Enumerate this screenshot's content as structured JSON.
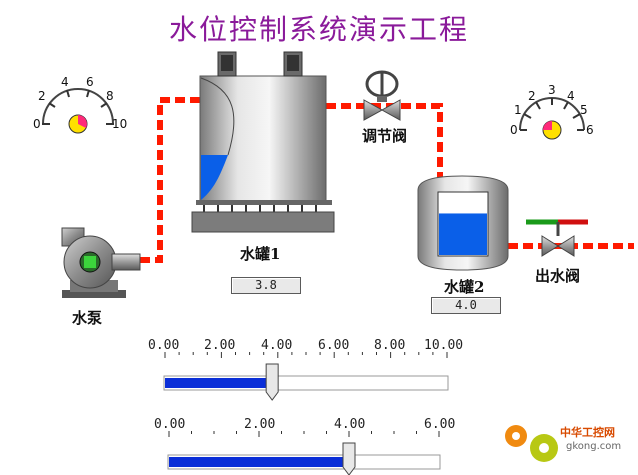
{
  "title": "水位控制系统演示工程",
  "labels": {
    "pump": "水泵",
    "tank1": "水罐1",
    "tank2": "水罐2",
    "control_valve": "调节阀",
    "outlet_valve": "出水阀"
  },
  "readouts": {
    "tank1": "3.8",
    "tank2": "4.0"
  },
  "gauges": [
    {
      "name": "left-gauge",
      "ticks": [
        "0",
        "2",
        "4",
        "6",
        "8",
        "10"
      ]
    },
    {
      "name": "right-gauge",
      "ticks": [
        "0",
        "1",
        "2",
        "3",
        "4",
        "5",
        "6"
      ]
    }
  ],
  "sliders": [
    {
      "name": "slider-1",
      "ticks": [
        "0.00",
        "2.00",
        "4.00",
        "6.00",
        "8.00",
        "10.00"
      ],
      "min": 0,
      "max": 10,
      "value": 3.8
    },
    {
      "name": "slider-2",
      "ticks": [
        "0.00",
        "2.00",
        "4.00",
        "6.00"
      ],
      "min": 0,
      "max": 6,
      "value": 4.0
    }
  ],
  "levels": {
    "tank1": 0.38,
    "tank2": 0.67
  },
  "colors": {
    "pipe": "#ff1a00",
    "water": "#0a5fe8",
    "title": "#8a1a9a",
    "slider_fill": "#0a2ed8"
  },
  "watermark": {
    "brand": "中华工控网",
    "url": "gkong.com"
  }
}
